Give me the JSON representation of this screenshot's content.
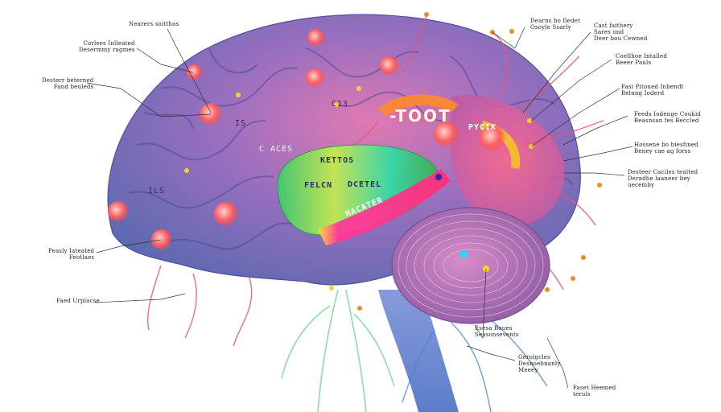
{
  "labels_left": [
    {
      "id": "ll1",
      "text": "Nearers soitthas"
    },
    {
      "id": "ll2",
      "text": "Corlees Inlleated\nDesermmy ragmes"
    },
    {
      "id": "ll3",
      "text": "Desterr beterned\nFand beuleds"
    },
    {
      "id": "ll4",
      "text": "Peasly Iateated\nFeotlaes"
    },
    {
      "id": "ll5",
      "text": "Faed Urplacse"
    }
  ],
  "labels_right": [
    {
      "id": "lr1",
      "text": "Dearns bo fledet\nOsoyle Ssarly"
    },
    {
      "id": "lr2",
      "text": "Cast faithery\nSares ond\nDeer bou Cewned"
    },
    {
      "id": "lr3",
      "text": "Coellhoe Intalled\nBeeer Pauls"
    },
    {
      "id": "lr4",
      "text": "Fasi Pitoned Inbendt\nBelnng Ioderd"
    },
    {
      "id": "lr5",
      "text": "Feeds Iodenge Coukid\nBeasnsan fes Beccled"
    },
    {
      "id": "lr6",
      "text": "Hossene bo biesfined\nBeney cae ag forss"
    },
    {
      "id": "lr7",
      "text": "Desteer Caciles tealted\nDeradhe laaneer bey\nuecemby"
    },
    {
      "id": "lr8",
      "text": "Esesa Boues\nSeasonsevents"
    },
    {
      "id": "lr9",
      "text": "Gerolgcles\nDesnoebnanly\nMeeey"
    },
    {
      "id": "lr10",
      "text": "Faset Heemed\nteruls"
    }
  ],
  "inside_labels": {
    "cortex_a": "IS",
    "cortex_b": "C13",
    "cortex_c": "ILS",
    "cortex_d": "C ACES",
    "big": "-TOOT",
    "pink_label": "PYCIK",
    "green_top": "KETTOS",
    "green_mid_a": "FELCN",
    "green_mid_b": "DCETEL",
    "magenta_band": "HACATER"
  },
  "colors": {
    "cortex_blue": "#6d6fb6",
    "cortex_pink": "#d46aa6",
    "nerve_red": "#f0507a",
    "nerve_green": "#7cd69a",
    "nerve_blue": "#4a86cc",
    "hotspot": "#ff5a5a",
    "band_green": "#3cd65a",
    "band_magenta": "#ff2d9a",
    "band_orange": "#ff7a2a",
    "cerebellum": "#b66aa8"
  }
}
